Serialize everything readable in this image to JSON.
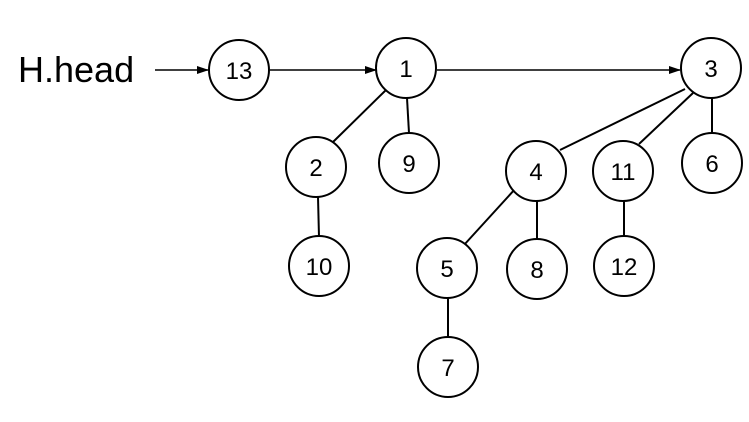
{
  "diagram": {
    "head_label": "H.head",
    "nodes": [
      {
        "id": "n13",
        "label": "13"
      },
      {
        "id": "n1",
        "label": "1"
      },
      {
        "id": "n3",
        "label": "3"
      },
      {
        "id": "n2",
        "label": "2"
      },
      {
        "id": "n9",
        "label": "9"
      },
      {
        "id": "n10",
        "label": "10"
      },
      {
        "id": "n4",
        "label": "4"
      },
      {
        "id": "n11",
        "label": "11"
      },
      {
        "id": "n6",
        "label": "6"
      },
      {
        "id": "n5",
        "label": "5"
      },
      {
        "id": "n8",
        "label": "8"
      },
      {
        "id": "n12",
        "label": "12"
      },
      {
        "id": "n7",
        "label": "7"
      }
    ],
    "root_list": [
      "13",
      "1",
      "3"
    ],
    "tree_edges": [
      [
        "1",
        "2"
      ],
      [
        "1",
        "9"
      ],
      [
        "2",
        "10"
      ],
      [
        "3",
        "4"
      ],
      [
        "3",
        "11"
      ],
      [
        "3",
        "6"
      ],
      [
        "4",
        "5"
      ],
      [
        "4",
        "8"
      ],
      [
        "5",
        "7"
      ],
      [
        "11",
        "12"
      ]
    ]
  }
}
